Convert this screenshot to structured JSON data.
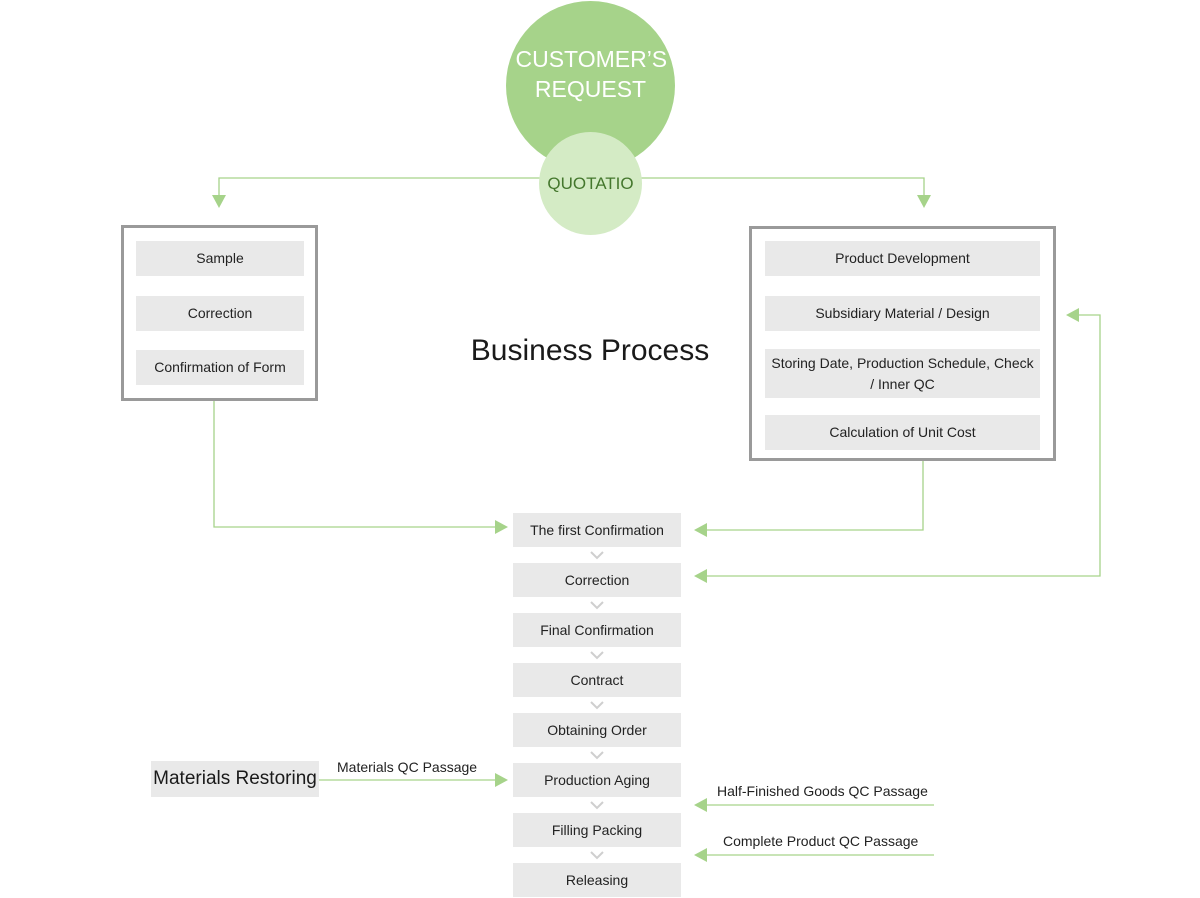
{
  "header": {
    "request_text": "CUSTOMER’S REQUEST",
    "quotation_text": "QUOTATIO"
  },
  "title": "Business Process",
  "left_group": {
    "steps": [
      "Sample",
      "Correction",
      "Confirmation of Form"
    ]
  },
  "right_group": {
    "steps": [
      "Product Development",
      "Subsidiary Material / Design",
      "Storing Date, Production Schedule, Check / Inner QC",
      "Calculation of Unit Cost"
    ]
  },
  "main_flow": {
    "steps": [
      "The first Confirmation",
      "Correction",
      "Final Confirmation",
      "Contract",
      "Obtaining Order",
      "Production Aging",
      "Filling Packing",
      "Releasing"
    ]
  },
  "side_inputs": {
    "materials_box": "Materials Restoring",
    "materials_label": "Materials QC Passage",
    "half_finished_label": "Half-Finished Goods QC Passage",
    "complete_label": "Complete Product QC Passage"
  },
  "colors": {
    "accent": "#a6d38a",
    "accent_light": "#d4ebc5",
    "line": "#a6d38a",
    "box": "#e9e9e9",
    "frame": "#9a9a9a",
    "chevron": "#cfcfcf"
  }
}
